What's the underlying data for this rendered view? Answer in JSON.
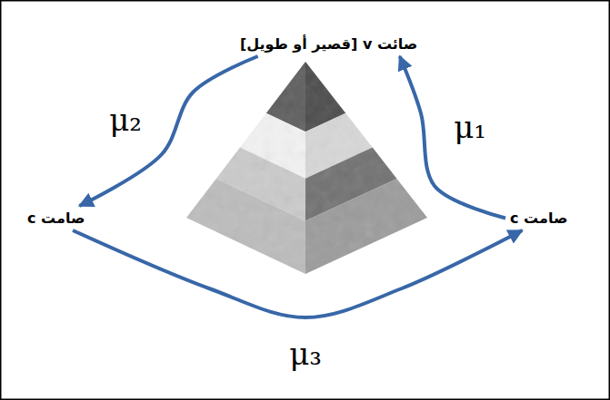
{
  "diagram": {
    "nodes": [
      {
        "text": [
          "صائت v [قصير أو طويل]"
        ]
      },
      {
        "text": [
          "صامت c"
        ]
      },
      {
        "text": [
          "صامت c"
        ]
      }
    ],
    "edges": [
      {
        "from": 2,
        "to": 0,
        "label": "μ₁",
        "arrow": "to"
      },
      {
        "from": 0,
        "to": 1,
        "label": "μ₂",
        "arrow": "to"
      },
      {
        "from": 1,
        "to": 2,
        "label": "μ₃",
        "arrow": "to"
      }
    ]
  }
}
